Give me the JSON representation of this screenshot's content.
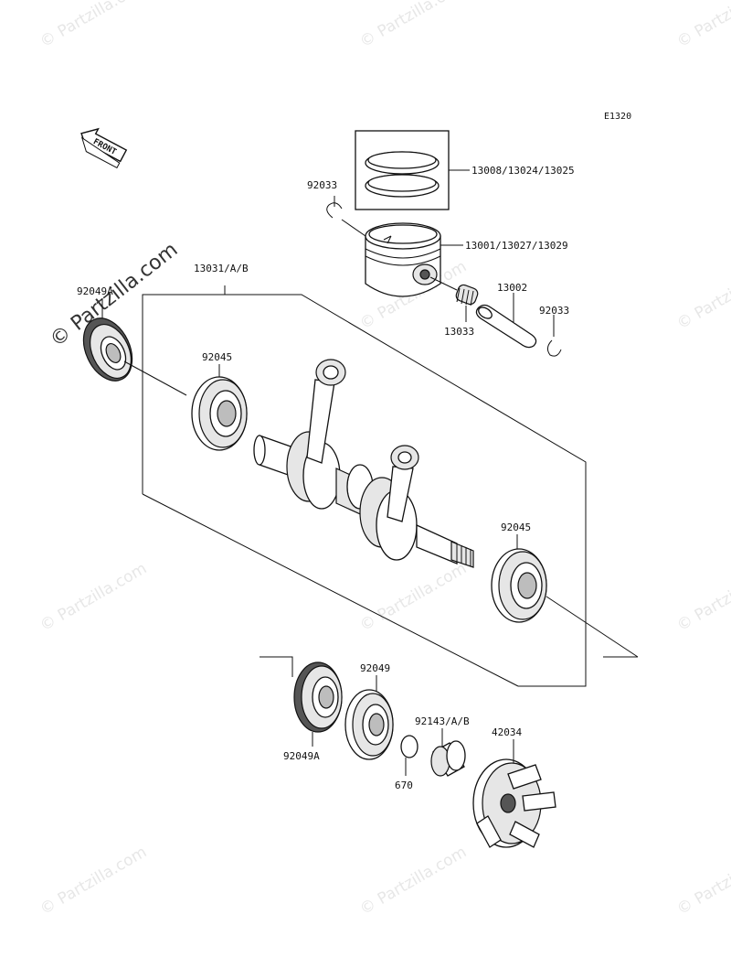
{
  "diagram_code": "E1320",
  "front_arrow_label": "FRONT",
  "watermark_text": "© Partzilla.com",
  "parts": {
    "piston_rings": "13008/13024/13025",
    "piston": "13001/13027/13029",
    "clip_left": "92033",
    "clip_right": "92033",
    "piston_pin": "13002",
    "needle_bearing": "13033",
    "crankshaft_assy": "13031/A/B",
    "oil_seal_left": "92049A",
    "bearing_left": "92045",
    "bearing_right": "92045",
    "oil_seal_lower_a": "92049A",
    "oil_seal_lower": "92049",
    "o_ring": "670",
    "collar": "92143/A/B",
    "coupling": "42034"
  }
}
